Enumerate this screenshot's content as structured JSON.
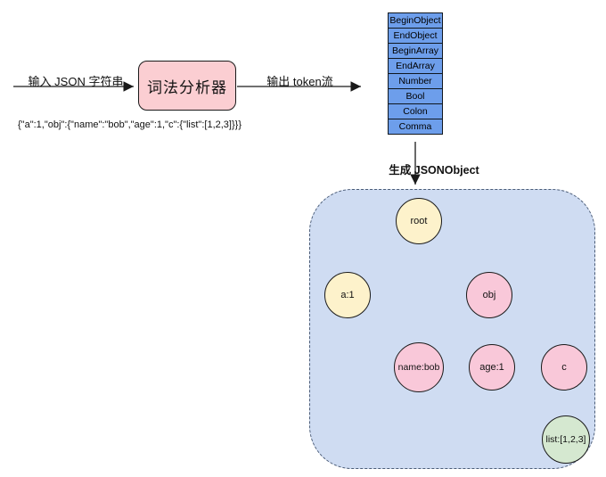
{
  "pipeline": {
    "input_arrow_label": "输入 JSON 字符串",
    "lexer_box_label": "词法分析器",
    "output_arrow_label": "输出 token流",
    "json_string": "{\"a\":1,\"obj\":{\"name\":\"bob\",\"age\":1,\"c\":{\"list\":[1,2,3]}}}",
    "generate_arrow_label": "生成 JSONObject"
  },
  "token_stream": {
    "items": [
      "BeginObject",
      "EndObject",
      "BeginArray",
      "EndArray",
      "Number",
      "Bool",
      "Colon",
      "Comma"
    ]
  },
  "tree": {
    "nodes": [
      {
        "label": "root",
        "color": "yellow"
      },
      {
        "label": "a:1",
        "color": "yellow"
      },
      {
        "label": "obj",
        "color": "pink"
      },
      {
        "label": "name:bob",
        "color": "pink"
      },
      {
        "label": "age:1",
        "color": "pink"
      },
      {
        "label": "c",
        "color": "pink"
      },
      {
        "label": "list:[1,2,3]",
        "color": "green"
      }
    ],
    "edges": [
      [
        "root",
        "a:1"
      ],
      [
        "root",
        "obj"
      ],
      [
        "obj",
        "name:bob"
      ],
      [
        "obj",
        "age:1"
      ],
      [
        "obj",
        "c"
      ],
      [
        "c",
        "list:[1,2,3]"
      ]
    ]
  },
  "colors": {
    "lexer_box_fill": "#fbced2",
    "token_cell_fill": "#6d9eeb",
    "tree_container_fill": "#cfdcf2",
    "tree_container_border": "#4b5c77",
    "node_yellow_fill": "#fdf2cb",
    "node_pink_fill": "#f9c8d9",
    "node_green_fill": "#d5e8d0",
    "line_color": "#1a1a1a"
  }
}
